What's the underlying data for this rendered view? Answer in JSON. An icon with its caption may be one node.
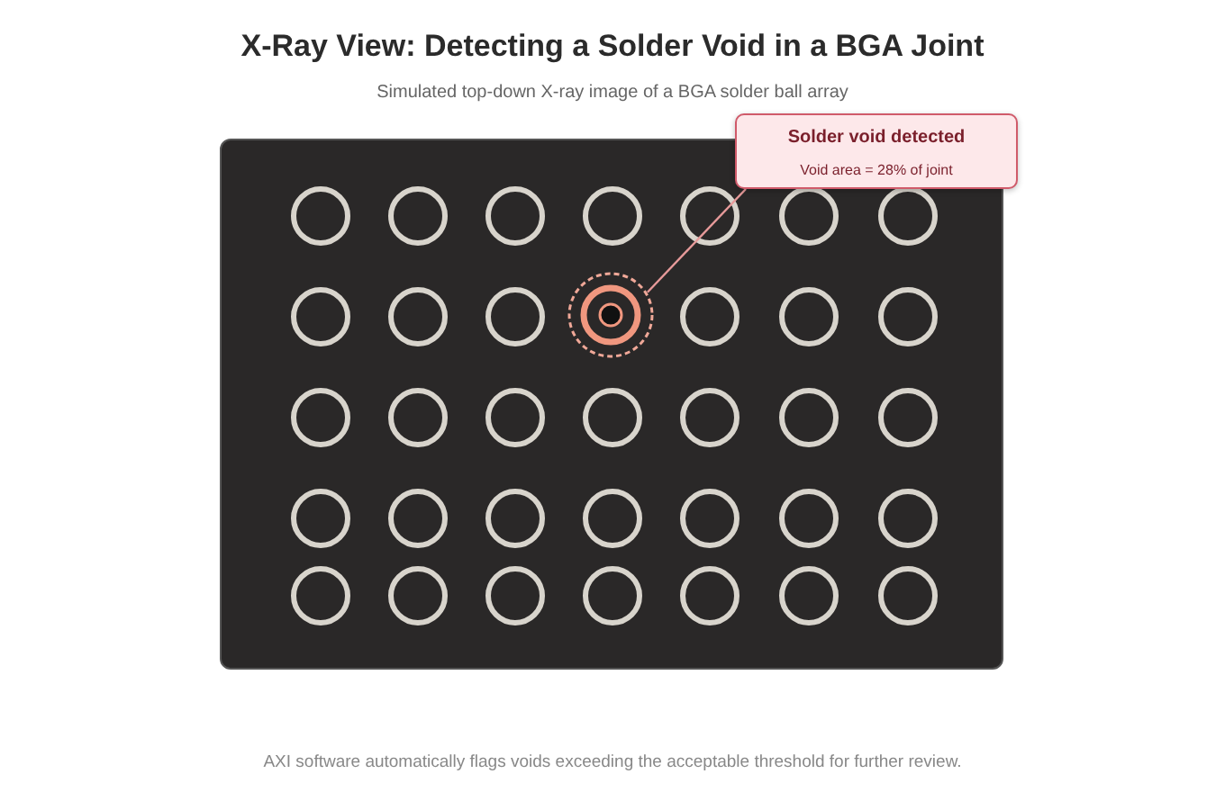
{
  "diagram": {
    "title": "X-Ray View: Detecting a Solder Void in a BGA Joint",
    "nodes": [
      {
        "text": [
          "Solder void detected",
          "Void area = 28% of joint"
        ]
      },
      {
        "text": [],
        "shape": "circle"
      }
    ],
    "edges": [
      {
        "from": 0,
        "to": 1,
        "arrow": "none"
      }
    ],
    "labels": [
      "Simulated top-down X-ray image of a BGA solder ball array"
    ],
    "caption": "AXI software automatically flags voids exceeding the acceptable threshold for further review."
  }
}
